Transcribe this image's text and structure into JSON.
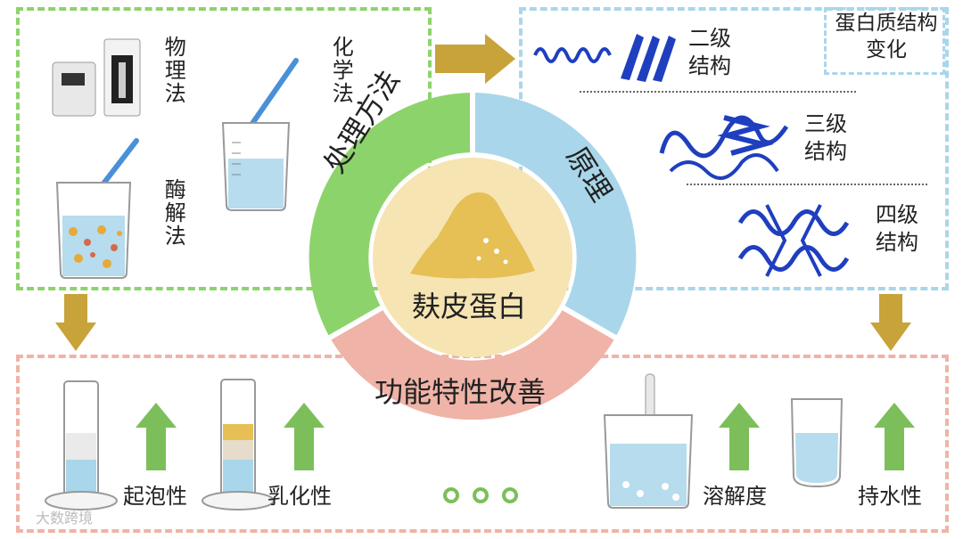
{
  "center": {
    "title": "麸皮蛋白",
    "ring_top_left": "处理方法",
    "ring_top_right": "原理",
    "ring_bottom": "功能特性改善"
  },
  "methods": {
    "physical": "物理法",
    "chemical": "化学法",
    "enzymatic": "酶解法"
  },
  "structure": {
    "box_title": "蛋白质结构变化",
    "secondary": "二级结构",
    "tertiary": "三级结构",
    "quaternary": "四级结构"
  },
  "properties": {
    "foaming": "起泡性",
    "emulsifying": "乳化性",
    "solubility": "溶解度",
    "water_holding": "持水性"
  },
  "watermark": "大数跨境",
  "colors": {
    "green": "#8dd36b",
    "blue": "#a9d6ea",
    "red": "#f0b3a7",
    "center_fill": "#f6e4b3",
    "arrow": "#c8a33a",
    "up_arrow": "#7cbf5a"
  }
}
